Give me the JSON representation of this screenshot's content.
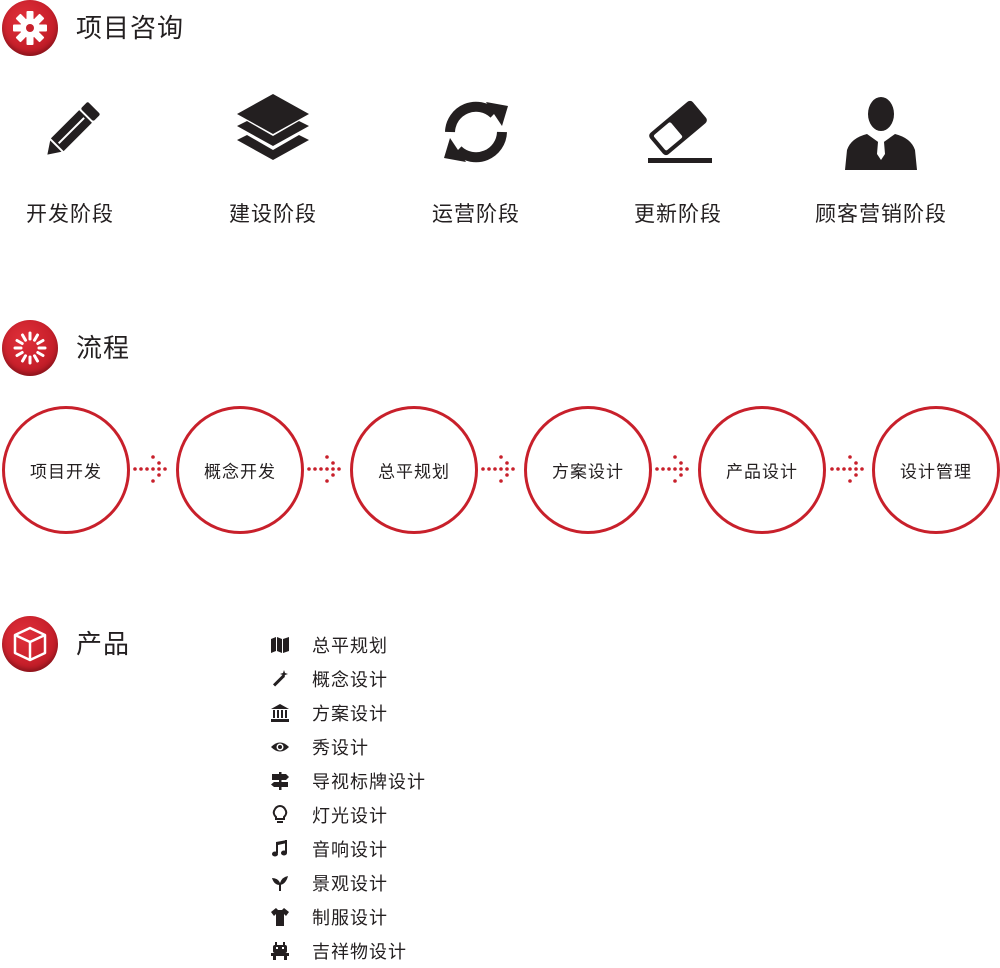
{
  "sections": {
    "consulting": {
      "title": "项目咨询",
      "icon": "gear-icon"
    },
    "process": {
      "title": "流程",
      "icon": "loading-ring-icon"
    },
    "products": {
      "title": "产品",
      "icon": "cube-icon"
    }
  },
  "phases": [
    {
      "label": "开发阶段",
      "icon": "pencil-icon"
    },
    {
      "label": "建设阶段",
      "icon": "layers-icon"
    },
    {
      "label": "运营阶段",
      "icon": "refresh-icon"
    },
    {
      "label": "更新阶段",
      "icon": "eraser-icon"
    },
    {
      "label": "顾客营销阶段",
      "icon": "person-icon"
    }
  ],
  "steps": [
    "项目开发",
    "概念开发",
    "总平规划",
    "方案设计",
    "产品设计",
    "设计管理"
  ],
  "products": [
    {
      "label": "总平规划",
      "icon": "map-icon"
    },
    {
      "label": "概念设计",
      "icon": "magic-wand-icon"
    },
    {
      "label": "方案设计",
      "icon": "institution-icon"
    },
    {
      "label": "秀设计",
      "icon": "eye-icon"
    },
    {
      "label": "导视标牌设计",
      "icon": "signpost-icon"
    },
    {
      "label": "灯光设计",
      "icon": "lightbulb-icon"
    },
    {
      "label": "音响设计",
      "icon": "music-icon"
    },
    {
      "label": "景观设计",
      "icon": "sprout-icon"
    },
    {
      "label": "制服设计",
      "icon": "tshirt-icon"
    },
    {
      "label": "吉祥物设计",
      "icon": "mascot-icon"
    }
  ],
  "colors": {
    "accent": "#c8202b",
    "text": "#231f20"
  }
}
